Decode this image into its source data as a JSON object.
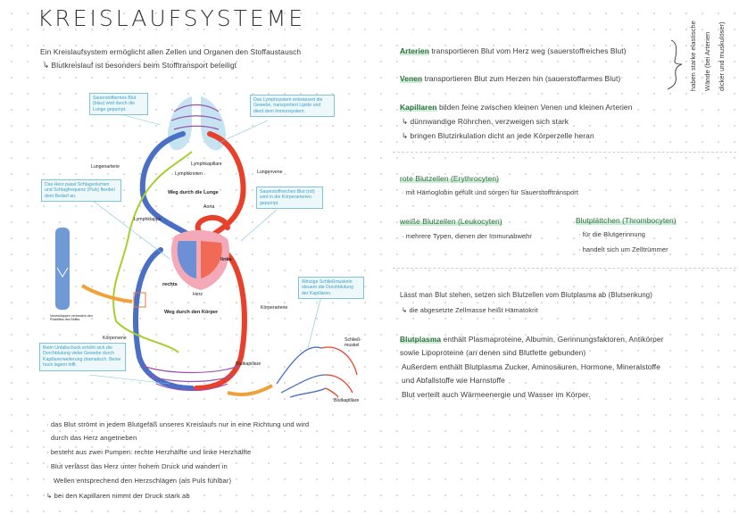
{
  "title": "KREISLAUFSYSTEME",
  "intro": [
    "Ein Kreislaufsystem ermöglicht allen Zellen und Organen den Stoffaustausch",
    "↳ Blutkreislauf ist besonders beim Stofftransport beteiligt"
  ],
  "diagram": {
    "callouts": [
      "Sauerstoffarmes Blut (blau) wird durch die Lunge gepumpt.",
      "Das Lymphsystem entwässert die Gewebe, transportiert Lipide und dient dem Immunsystem.",
      "Das Herz passt Schlagvolumen und Schlagfrequenz (Puls) flexibel dem Bedarf an.",
      "Sauerstoffreiches Blut (rot) wird in die Körperarterien gepumpt.",
      "Winzige Schließmuskeln steuern die Durchblutung der Kapillaren.",
      "Beim Unfallschock erhöht sich die Durchblutung vieler Gewebe durch Kapillarerweiterung dramatisch. Beine hoch lagern hilft."
    ],
    "labels": {
      "lungenarterie": "Lungenarterie",
      "lymphkapillare": "Lymphkapillare",
      "lymphknoten": "Lymphknoten",
      "lungenvene": "Lungenvene",
      "weg_lunge": "Weg durch die Lunge",
      "aorta": "Aorta",
      "lymphklappe": "Lymphklappe",
      "links": "links",
      "rechts": "rechts",
      "herz": "Herz",
      "weg_koerper": "Weg durch den Körper",
      "koerperarterie": "Körperarterie",
      "koerpervene": "Körpervene",
      "blutkapillare": "Blutkapillare",
      "schliessmuskel": "Schließ-muskel",
      "blutkapillare2": "Blutkapillare",
      "venenklappen": "Venenklappen verhindern den Rückfluss des Blutes"
    }
  },
  "right": {
    "arterien": {
      "term": "Arterien",
      "text": "transportieren Blut vom Herz weg (sauerstoffreiches Blut)"
    },
    "venen": {
      "term": "Venen",
      "text": "transportieren Blut zum Herzen hin (sauerstoffarmes Blut)"
    },
    "side_note": [
      "haben starke elastische",
      "Wände (bei Arterien",
      "dicker und muskulöser)"
    ],
    "kapillaren": {
      "term": "Kapillaren",
      "text": "bilden feine zwischen kleinen Venen und kleinen Arterien",
      "lines": [
        "↳ dünnwandige Röhrchen, verzweigen sich stark",
        "↳ bringen Blutzirkulation dicht an jede Körperzelle heran"
      ]
    },
    "rote": {
      "term": "rote Blutzellen (Erythrocyten)",
      "text": "· mit Hämoglobin gefüllt und sorgen für Sauerstofftransport"
    },
    "weisse": {
      "term": "weiße Blutzellen (Leukocyten)",
      "text": "· mehrere Typen, dienen der Immunabwehr"
    },
    "plaettchen": {
      "term": "Blutplättchen (Thrombocyten)",
      "lines": [
        "· für die Blutgerinnung",
        "· handelt sich um Zelltrümmer"
      ]
    },
    "senkung": [
      "Lässt man Blut stehen, setzen sich Blutzellen vom Blutplasma ab (Blutsenkung)",
      "↳ die abgesetzte Zellmasse heißt Hämatokrit"
    ],
    "plasma": {
      "term": "Blutplasma",
      "text": "enthält Plasmaproteine, Albumin, Gerinnungsfaktoren, Antikörper",
      "lines": [
        "sowie Lipoproteine (an denen sind Blutfette gebunden)",
        "Außerdem enthält Blutplasma Zucker, Aminosäuren, Hormone, Mineralstoffe",
        "und Abfallstoffe wie Harnstoffe",
        "Blut verteilt auch Wärmeenergie und Wasser im Körper."
      ]
    }
  },
  "bottom": [
    "· das Blut strömt in jedem Blutgefäß unseres Kreislaufs nur in eine Richtung und wird",
    "durch das Herz angetrieben",
    "· besteht aus zwei Pumpen: rechte Herzhälfte und linke Herzhälfte",
    "· Blut verlässt das Herz unter hohem Druck und wandert in",
    "Wellen entsprechend den Herzschlägen (als Puls fühlbar)",
    "↳ bei den Kapillaren nimmt der Druck stark ab"
  ],
  "colors": {
    "artery": "#e8402a",
    "vein": "#4a6fc4",
    "lymph": "#a6cf2e",
    "accent": "#2f6e3c",
    "callout": "#3aa0c4"
  }
}
